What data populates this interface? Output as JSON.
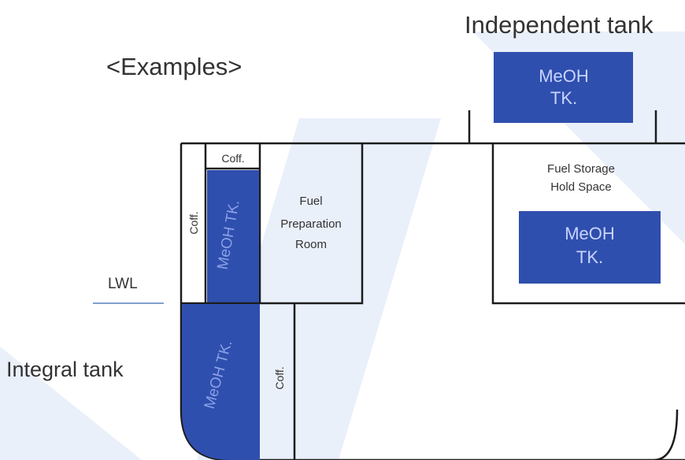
{
  "header": {
    "examples_label": "<Examples>"
  },
  "labels": {
    "independent_tank": "Independent tank",
    "integral_tank": "Integral tank",
    "lwl": "LWL"
  },
  "compartments": {
    "coff_top": "Coff.",
    "coff_left": "Coff.",
    "coff_bottom": "Coff.",
    "meoh_tk_vertical_upper": "MeOH TK.",
    "meoh_tk_vertical_lower": "MeOH TK.",
    "fuel_prep_room_line1": "Fuel",
    "fuel_prep_room_line2": "Preparation",
    "fuel_prep_room_line3": "Room",
    "fuel_storage_line1": "Fuel Storage",
    "fuel_storage_line2": "Hold Space",
    "meoh_tk_hold_line1": "MeOH",
    "meoh_tk_hold_line2": "TK.",
    "meoh_tk_deck_line1": "MeOH",
    "meoh_tk_deck_line2": "TK."
  },
  "colors": {
    "tank_fill": "#2f4fae",
    "tank_text": "#c9d4ff",
    "line": "#1c1c1c",
    "lwl_line": "#7f9fd0",
    "watermark": "#e8eef9"
  }
}
